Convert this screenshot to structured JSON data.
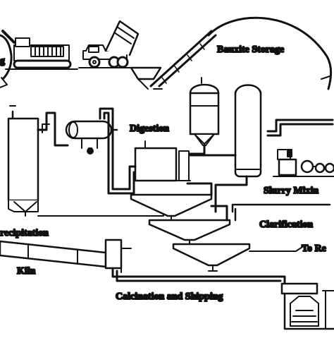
{
  "labels": {
    "mining": "g",
    "bauxite_storage": "Bauxite Storage",
    "digestion": "Digestion",
    "slurry_mixing": "Slurry Mixin",
    "precipitation": "recipitation",
    "clarification": "Clarification",
    "to_residue": "To Re",
    "kiln": "Kiln",
    "calcination": "Calcination and Shipping"
  },
  "colors": {
    "ink": "#111111",
    "fill": "#ffffff",
    "ground": "#222222"
  }
}
